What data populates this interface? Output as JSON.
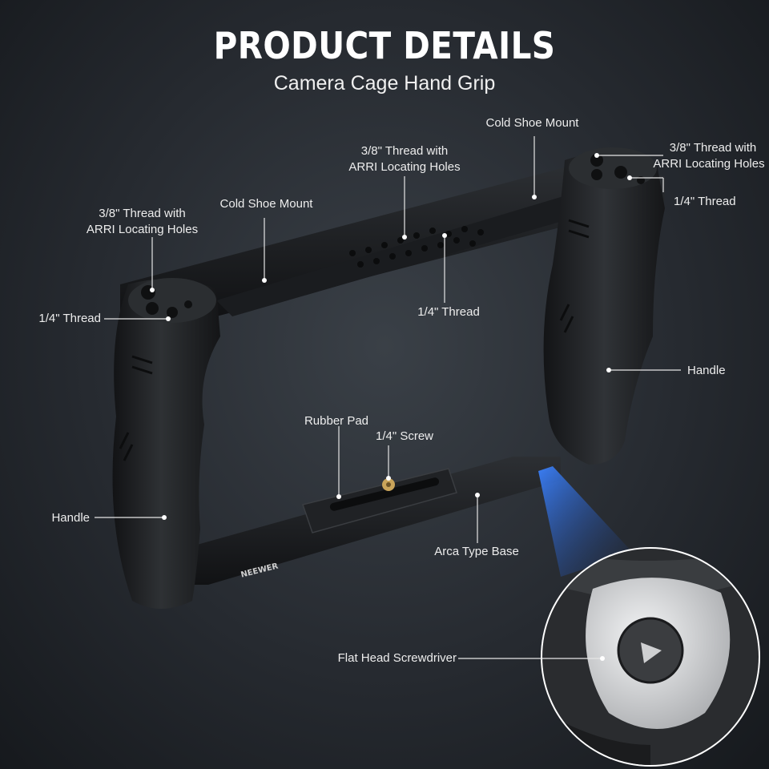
{
  "header": {
    "title": "PRODUCT DETAILS",
    "subtitle": "Camera Cage Hand Grip"
  },
  "brand": "NEEWER",
  "colors": {
    "background": "#262a30",
    "metal": "#1c1e21",
    "grip": "#222427",
    "leader_line": "#e6e6e6",
    "highlight_beam": "#2f6fe0",
    "zoom_silver": "#d9dadc"
  },
  "callouts": {
    "cold_shoe_left": "Cold Shoe Mount",
    "cold_shoe_right": "Cold Shoe Mount",
    "thread_38_center_line1": "3/8\" Thread with",
    "thread_38_center_line2": "ARRI Locating Holes",
    "thread_38_left_line1": "3/8\" Thread with",
    "thread_38_left_line2": "ARRI Locating Holes",
    "thread_38_right_line1": "3/8\" Thread with",
    "thread_38_right_line2": "ARRI Locating Holes",
    "thread_14_left": "1/4\" Thread",
    "thread_14_center": "1/4\" Thread",
    "thread_14_right": "1/4\" Thread",
    "handle_left": "Handle",
    "handle_right": "Handle",
    "rubber_pad": "Rubber Pad",
    "screw_14": "1/4\" Screw",
    "arca_base": "Arca Type Base",
    "screwdriver": "Flat Head Screwdriver"
  }
}
